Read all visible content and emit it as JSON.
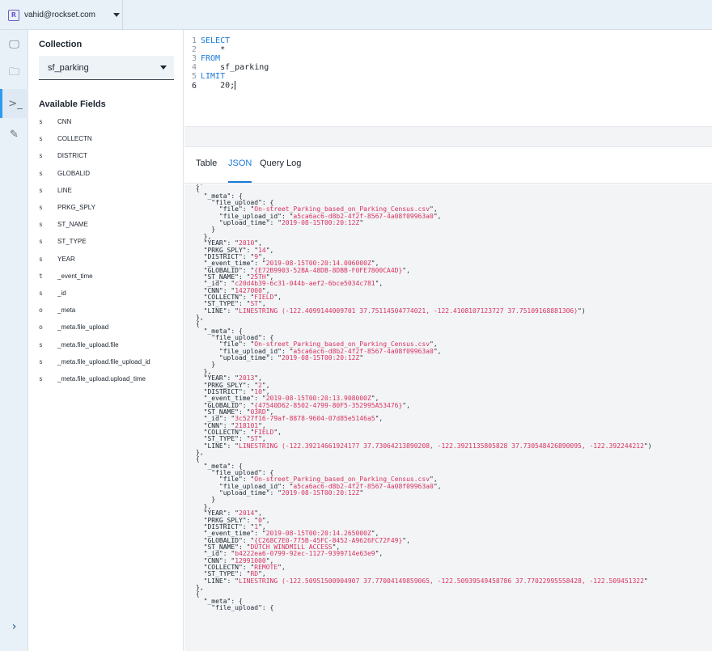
{
  "account": {
    "email": "vahid@rockset.com",
    "logo_letter": "R"
  },
  "rail": {
    "items": [
      {
        "icon": "monitor-icon",
        "glyph": "🖵"
      },
      {
        "icon": "folders-icon",
        "glyph": "🗀"
      },
      {
        "icon": "terminal-icon",
        "glyph": ">_"
      },
      {
        "icon": "wrench-icon",
        "glyph": "✎"
      }
    ],
    "collapse_glyph": "›"
  },
  "sidebar": {
    "collection_label": "Collection",
    "collection_value": "sf_parking",
    "fields_label": "Available Fields",
    "fields": [
      {
        "type": "s",
        "name": "CNN"
      },
      {
        "type": "s",
        "name": "COLLECTN"
      },
      {
        "type": "s",
        "name": "DISTRICT"
      },
      {
        "type": "s",
        "name": "GLOBALID"
      },
      {
        "type": "s",
        "name": "LINE"
      },
      {
        "type": "s",
        "name": "PRKG_SPLY"
      },
      {
        "type": "s",
        "name": "ST_NAME"
      },
      {
        "type": "s",
        "name": "ST_TYPE"
      },
      {
        "type": "s",
        "name": "YEAR"
      },
      {
        "type": "t",
        "name": "_event_time"
      },
      {
        "type": "s",
        "name": "_id"
      },
      {
        "type": "o",
        "name": "_meta"
      },
      {
        "type": "o",
        "name": "_meta.file_upload"
      },
      {
        "type": "s",
        "name": "_meta.file_upload.file"
      },
      {
        "type": "s",
        "name": "_meta.file_upload.file_upload_id"
      },
      {
        "type": "s",
        "name": "_meta.file_upload.upload_time"
      }
    ]
  },
  "editor": {
    "lines": [
      {
        "num": "1",
        "text": "SELECT",
        "kw": true
      },
      {
        "num": "2",
        "text": "    *",
        "kw": false
      },
      {
        "num": "3",
        "text": "FROM",
        "kw": true
      },
      {
        "num": "4",
        "text": "    sf_parking",
        "kw": false
      },
      {
        "num": "5",
        "text": "LIMIT",
        "kw": true
      },
      {
        "num": "6",
        "text": "    20;",
        "kw": false
      }
    ]
  },
  "tabs": [
    {
      "label": "Table",
      "active": false
    },
    {
      "label": "JSON",
      "active": true
    },
    {
      "label": "Query Log",
      "active": false
    }
  ],
  "json": {
    "records": [
      {
        "file": "On-street_Parking_based_on_Parking_Census.csv",
        "file_upload_id": "a5ca6ac6-d8b2-4f2f-8567-4a08f09963a0",
        "upload_time": "2019-08-15T00:20:12Z",
        "YEAR": "2010",
        "PRKG_SPLY": "14",
        "DISTRICT": "9",
        "_event_time": "2019-08-15T00:20:14.006000Z",
        "GLOBALID": "{E72B9903-52BA-48DB-8DBB-F0FE7800CA4D}",
        "ST_NAME": "25TH",
        "_id": "c20d4b39-6c31-044b-aef2-6bce5034c781",
        "CNN": "1427000",
        "COLLECTN": "FIELD",
        "ST_TYPE": "ST",
        "LINE": "LINESTRING (-122.4099144009701 37.75114504774021, -122.4108107123727 37.75109168881306)"
      },
      {
        "file": "On-street_Parking_based_on_Parking_Census.csv",
        "file_upload_id": "a5ca6ac6-d8b2-4f2f-8567-4a08f09963a0",
        "upload_time": "2019-08-15T00:20:12Z",
        "YEAR": "2013",
        "PRKG_SPLY": "2",
        "DISTRICT": "10",
        "_event_time": "2019-08-15T00:20:13.908000Z",
        "GLOBALID": "{47540D62-8502-4799-80F5-352995A53476}",
        "ST_NAME": "03RD",
        "_id": "3c527f16-79af-8878-9604-07d85e5146a5",
        "CNN": "218101",
        "COLLECTN": "FIELD",
        "ST_TYPE": "ST",
        "LINE": "LINESTRING (-122.39214661924177 37.73064213890208, -122.3921135805828 37.730548426890095, -122.392244212"
      },
      {
        "file": "On-street_Parking_based_on_Parking_Census.csv",
        "file_upload_id": "a5ca6ac6-d8b2-4f2f-8567-4a08f09963a0",
        "upload_time": "2019-08-15T00:20:12Z",
        "YEAR": "2014",
        "PRKG_SPLY": "0",
        "DISTRICT": "1",
        "_event_time": "2019-08-15T00:20:14.265000Z",
        "GLOBALID": "{C268C7E0-775B-45FC-8452-A9626FC72F49}",
        "ST_NAME": "DUTCH WINDMILL ACCESS",
        "_id": "b4222ea6-0799-92ec-1127-9399714e63e9",
        "CNN": "12991000",
        "COLLECTN": "REMOTE",
        "ST_TYPE": "RD",
        "LINE": "LINESTRING (-122.50951500904907 37.77004149859065, -122.50939549458786 37.77022995558428, -122.509451322"
      }
    ]
  }
}
